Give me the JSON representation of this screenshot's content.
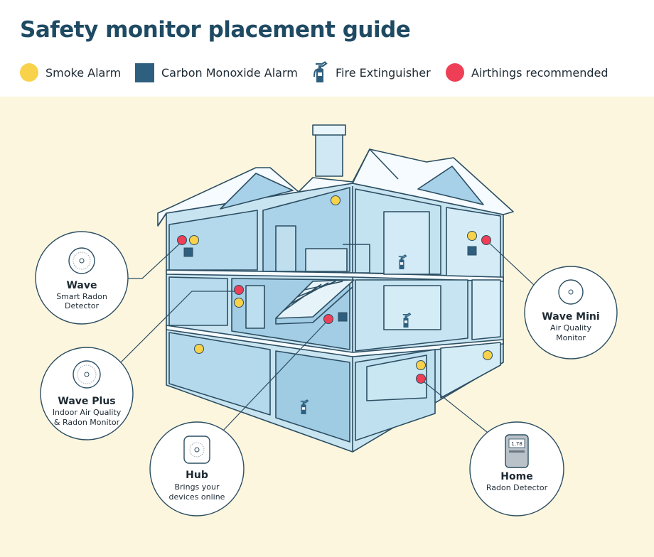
{
  "title": "Safety monitor placement guide",
  "legend": {
    "smoke": "Smoke Alarm",
    "co": "Carbon Monoxide Alarm",
    "extinguisher": "Fire Extinguisher",
    "recommended": "Airthings recommended"
  },
  "colors": {
    "smoke": "#f8d24a",
    "co": "#2f5f7f",
    "recommended": "#ee3f56",
    "background": "#fcf6de",
    "title": "#1f4a63"
  },
  "devices": {
    "wave": {
      "name": "Wave",
      "line1": "Smart Radon",
      "line2": "Detector"
    },
    "wave_plus": {
      "name": "Wave Plus",
      "line1": "Indoor Air Quality",
      "line2": "& Radon Monitor"
    },
    "hub": {
      "name": "Hub",
      "line1": "Brings your",
      "line2": "devices online"
    },
    "wave_mini": {
      "name": "Wave Mini",
      "line1": "Air Quality",
      "line2": "Monitor"
    },
    "home": {
      "name": "Home",
      "line1": "Radon Detector",
      "screen": "1.78"
    }
  }
}
